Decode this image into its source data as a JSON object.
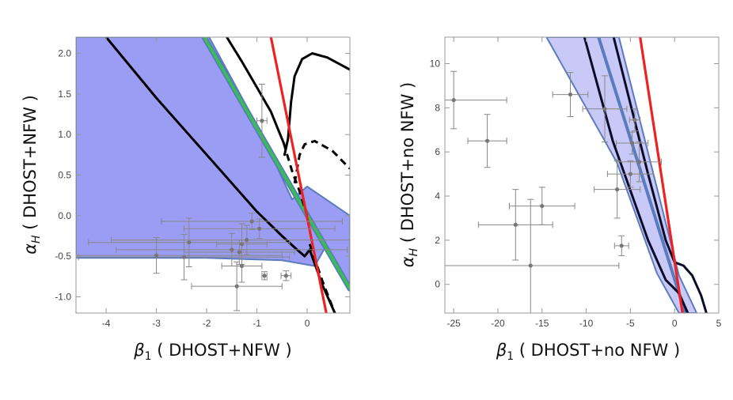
{
  "colors": {
    "band_fill": "#9b9df5",
    "band_edge": "#5b7bbf",
    "inner_band_fill": "#c9c9f7",
    "green": "#35c24a",
    "red": "#ee2222",
    "black": "#000000",
    "points": "#888888"
  },
  "chart_data": [
    {
      "type": "scatter",
      "title": "",
      "xlabel": "β1 ( DHOST+NFW )",
      "ylabel": "αH ( DHOST+NFW )",
      "xlim": [
        -4.6,
        0.85
      ],
      "ylim": [
        -1.2,
        2.2
      ],
      "x_ticks": [
        "-4",
        "-3",
        "-2",
        "-1",
        "0"
      ],
      "y_ticks": [
        "-1.0",
        "-0.5",
        "0.0",
        "0.5",
        "1.0",
        "1.5",
        "2.0"
      ],
      "grid": false,
      "shaded_band": {
        "upper": [
          [
            -4.6,
            2.2
          ],
          [
            -1.95,
            2.2
          ],
          [
            -0.9,
            1.0
          ],
          [
            -0.3,
            0.2
          ],
          [
            0.0,
            0.36
          ],
          [
            0.85,
            0.0
          ]
        ],
        "lower": [
          [
            0.85,
            -0.9
          ],
          [
            0.35,
            -0.4
          ],
          [
            0.15,
            -0.62
          ],
          [
            -0.5,
            -0.55
          ],
          [
            -2.0,
            -0.52
          ],
          [
            -4.6,
            -0.52
          ]
        ]
      },
      "series": [
        {
          "kind": "green_line",
          "points": [
            [
              -2.05,
              2.2
            ],
            [
              0.85,
              -0.9
            ]
          ]
        },
        {
          "kind": "black_solid",
          "points": [
            [
              -4.0,
              2.2
            ],
            [
              -3.0,
              1.45
            ],
            [
              -2.0,
              0.75
            ],
            [
              -1.0,
              0.05
            ],
            [
              -0.5,
              -0.25
            ],
            [
              -0.2,
              -0.42
            ],
            [
              -0.05,
              -0.5
            ],
            [
              0.05,
              -0.42
            ],
            [
              0.3,
              -0.85
            ],
            [
              0.55,
              -1.2
            ]
          ]
        },
        {
          "kind": "black_solid",
          "points": [
            [
              -1.6,
              2.2
            ],
            [
              -1.3,
              1.9
            ],
            [
              -1.0,
              1.58
            ],
            [
              -0.72,
              1.28
            ],
            [
              -0.55,
              1.02
            ],
            [
              -0.47,
              0.9
            ]
          ]
        },
        {
          "kind": "black_dashed",
          "points": [
            [
              -0.47,
              0.9
            ],
            [
              -0.3,
              0.55
            ],
            [
              -0.15,
              0.3
            ],
            [
              0.0,
              0.0
            ]
          ]
        },
        {
          "kind": "black_solid",
          "points": [
            [
              -0.45,
              0.75
            ],
            [
              -0.38,
              0.95
            ],
            [
              -0.32,
              1.4
            ],
            [
              -0.25,
              1.72
            ],
            [
              -0.1,
              1.93
            ],
            [
              0.1,
              2.0
            ],
            [
              0.4,
              1.95
            ],
            [
              0.85,
              1.8
            ]
          ]
        },
        {
          "kind": "black_dashed",
          "points": [
            [
              -0.25,
              0.4
            ],
            [
              -0.15,
              0.75
            ],
            [
              -0.05,
              0.88
            ],
            [
              0.15,
              0.92
            ],
            [
              0.5,
              0.8
            ],
            [
              0.85,
              0.58
            ]
          ]
        },
        {
          "kind": "black_dashed",
          "points": [
            [
              0.05,
              -0.35
            ],
            [
              0.3,
              -0.8
            ],
            [
              0.55,
              -1.2
            ]
          ]
        },
        {
          "kind": "red_line",
          "points": [
            [
              -0.72,
              2.2
            ],
            [
              0.38,
              -1.2
            ]
          ]
        }
      ],
      "points": [
        {
          "x": -0.9,
          "y": 1.17,
          "xerr": 0.1,
          "yerr": 0.45
        },
        {
          "x": -0.42,
          "y": -0.74,
          "xerr": 0.1,
          "yerr": 0.06
        },
        {
          "x": -0.85,
          "y": -0.74,
          "xerr": 0.05,
          "yerr": 0.05
        },
        {
          "x": -1.1,
          "y": -0.07,
          "xerr": 1.8,
          "yerr": 0.1
        },
        {
          "x": -0.95,
          "y": -0.16,
          "xerr": 1.5,
          "yerr": 0.12
        },
        {
          "x": -1.2,
          "y": -0.3,
          "xerr": 2.7,
          "yerr": 0.18
        },
        {
          "x": -1.3,
          "y": -0.35,
          "xerr": 0.5,
          "yerr": 0.25
        },
        {
          "x": -1.5,
          "y": -0.42,
          "xerr": 2.3,
          "yerr": 0.2
        },
        {
          "x": -1.35,
          "y": -0.45,
          "xerr": 1.1,
          "yerr": 0.15
        },
        {
          "x": -1.3,
          "y": -0.62,
          "xerr": 0.4,
          "yerr": 0.2
        },
        {
          "x": -1.4,
          "y": -0.87,
          "xerr": 0.9,
          "yerr": 0.3
        },
        {
          "x": -2.35,
          "y": -0.33,
          "xerr": 2.0,
          "yerr": 0.3
        },
        {
          "x": -2.45,
          "y": -0.51,
          "xerr": 2.1,
          "yerr": 0.28
        },
        {
          "x": -3.0,
          "y": -0.49,
          "xerr": 2.5,
          "yerr": 0.22
        }
      ]
    },
    {
      "type": "scatter",
      "title": "",
      "xlabel": "β1 ( DHOST+no NFW )",
      "ylabel": "αH ( DHOST+no NFW )",
      "xlim": [
        -26,
        5
      ],
      "ylim": [
        -1.3,
        11.2
      ],
      "x_ticks": [
        "-25",
        "-20",
        "-15",
        "-10",
        "-5",
        "0",
        "5"
      ],
      "y_ticks": [
        "0",
        "2",
        "4",
        "6",
        "8",
        "10"
      ],
      "grid": false,
      "shaded_band": {
        "upper": [
          [
            -11.2,
            11.2
          ],
          [
            -6.3,
            11.2
          ],
          [
            0.5,
            0.4
          ],
          [
            2.5,
            -1.3
          ]
        ],
        "lower": [
          [
            0.5,
            -1.3
          ],
          [
            -2.0,
            0.5
          ],
          [
            -6.5,
            5.5
          ],
          [
            -14.5,
            11.2
          ]
        ]
      },
      "series": [
        {
          "kind": "steel_line",
          "points": [
            [
              -8.6,
              11.2
            ],
            [
              1.2,
              -1.3
            ]
          ]
        },
        {
          "kind": "black_solid",
          "points": [
            [
              -10.2,
              11.2
            ],
            [
              -7.0,
              6.5
            ],
            [
              -3.0,
              2.0
            ],
            [
              -1.0,
              0.2
            ],
            [
              0.5,
              -0.4
            ],
            [
              1.5,
              -1.3
            ]
          ]
        },
        {
          "kind": "black_solid",
          "points": [
            [
              -6.9,
              11.2
            ],
            [
              -3.0,
              5.0
            ],
            [
              -1.0,
              2.0
            ],
            [
              0.0,
              1.0
            ],
            [
              1.0,
              0.85
            ],
            [
              2.0,
              0.4
            ],
            [
              3.0,
              -0.5
            ],
            [
              3.6,
              -1.3
            ]
          ]
        },
        {
          "kind": "red_line",
          "points": [
            [
              -3.9,
              11.2
            ],
            [
              0.9,
              -1.3
            ]
          ]
        }
      ],
      "points": [
        {
          "x": -25.0,
          "y": 8.35,
          "xerr": 6.0,
          "yerr": 1.3
        },
        {
          "x": -21.2,
          "y": 6.5,
          "xerr": 2.2,
          "yerr": 1.2
        },
        {
          "x": -18.0,
          "y": 2.7,
          "xerr": 4.2,
          "yerr": 1.6
        },
        {
          "x": -16.3,
          "y": 0.85,
          "xerr": 10.0,
          "yerr": 3.0
        },
        {
          "x": -15.0,
          "y": 3.55,
          "xerr": 3.7,
          "yerr": 0.85
        },
        {
          "x": -11.8,
          "y": 8.6,
          "xerr": 2.0,
          "yerr": 1.0
        },
        {
          "x": -7.9,
          "y": 7.95,
          "xerr": 2.5,
          "yerr": 1.5
        },
        {
          "x": -6.5,
          "y": 4.3,
          "xerr": 2.6,
          "yerr": 1.3
        },
        {
          "x": -6.0,
          "y": 1.75,
          "xerr": 0.8,
          "yerr": 0.45
        },
        {
          "x": -5.0,
          "y": 5.0,
          "xerr": 2.6,
          "yerr": 0.6
        },
        {
          "x": -4.5,
          "y": 7.45,
          "xerr": 0.6,
          "yerr": 0.5
        },
        {
          "x": -4.8,
          "y": 6.4,
          "xerr": 1.8,
          "yerr": 0.5
        },
        {
          "x": -4.0,
          "y": 5.55,
          "xerr": 2.5,
          "yerr": 0.9
        }
      ]
    }
  ]
}
